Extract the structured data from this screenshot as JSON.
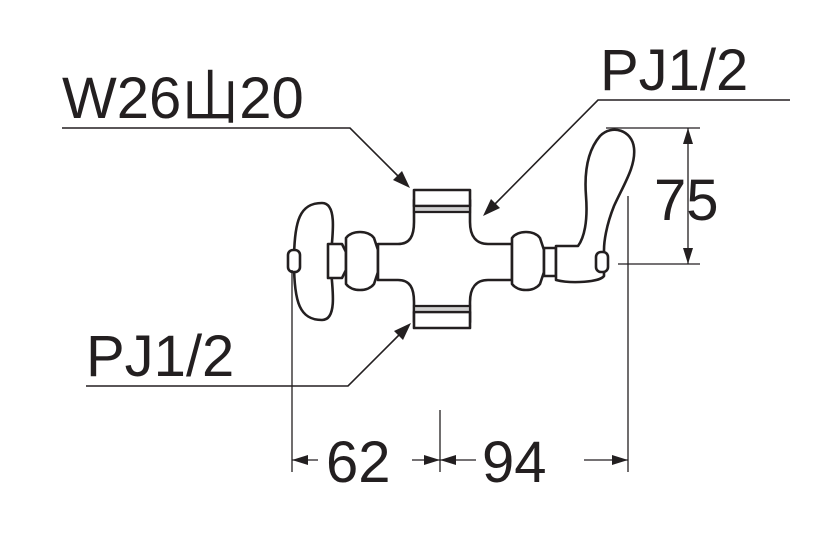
{
  "labels": {
    "top_left_connection": "W26山20",
    "top_right_connection": "PJ1/2",
    "bottom_left_connection": "PJ1/2"
  },
  "dimensions": {
    "height_right": "75",
    "width_left": "62",
    "width_right": "94"
  },
  "colors": {
    "line": "#231f20",
    "shade": "#cfcfcf",
    "background": "#ffffff"
  }
}
